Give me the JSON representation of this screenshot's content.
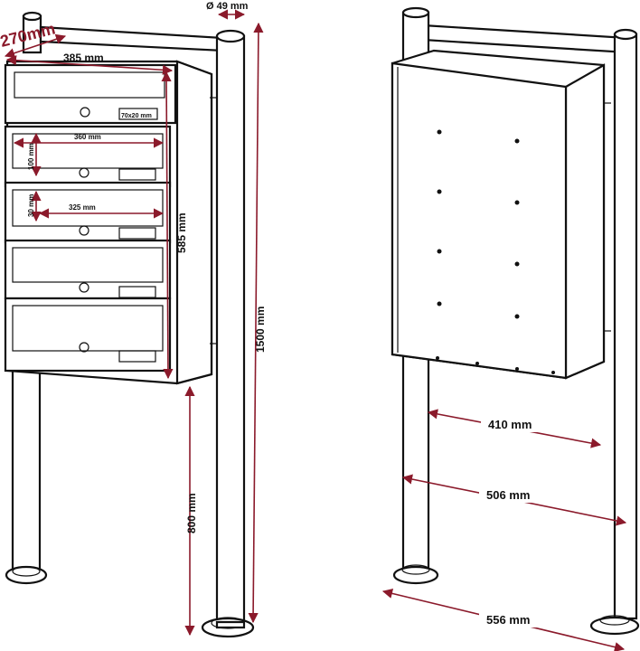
{
  "front_view": {
    "depth": "270mm",
    "width": "385 mm",
    "post_diameter": "Ø 49 mm",
    "box_height": "585 mm",
    "total_height": "1500 mm",
    "ground_clearance": "800 mm",
    "slot_width": "360 mm",
    "door_height": "100 mm",
    "window_size": "70x20 mm",
    "slot_height": "30 mm",
    "inner_width": "325 mm"
  },
  "rear_view": {
    "inner_post_distance": "410 mm",
    "post_distance": "506 mm",
    "outer_post_distance": "556 mm"
  },
  "colors": {
    "dimension": "#8b1a2b",
    "line": "#111111"
  }
}
